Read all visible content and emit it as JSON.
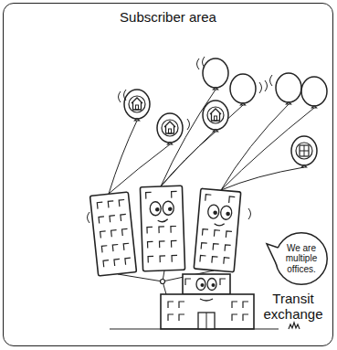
{
  "diagram": {
    "nodes": [
      {
        "text": [
          "Subscriber area"
        ]
      },
      {
        "text": [
          "We are multiple offices."
        ],
        "in": 0
      }
    ],
    "labels": [
      "Transit exchange"
    ]
  }
}
